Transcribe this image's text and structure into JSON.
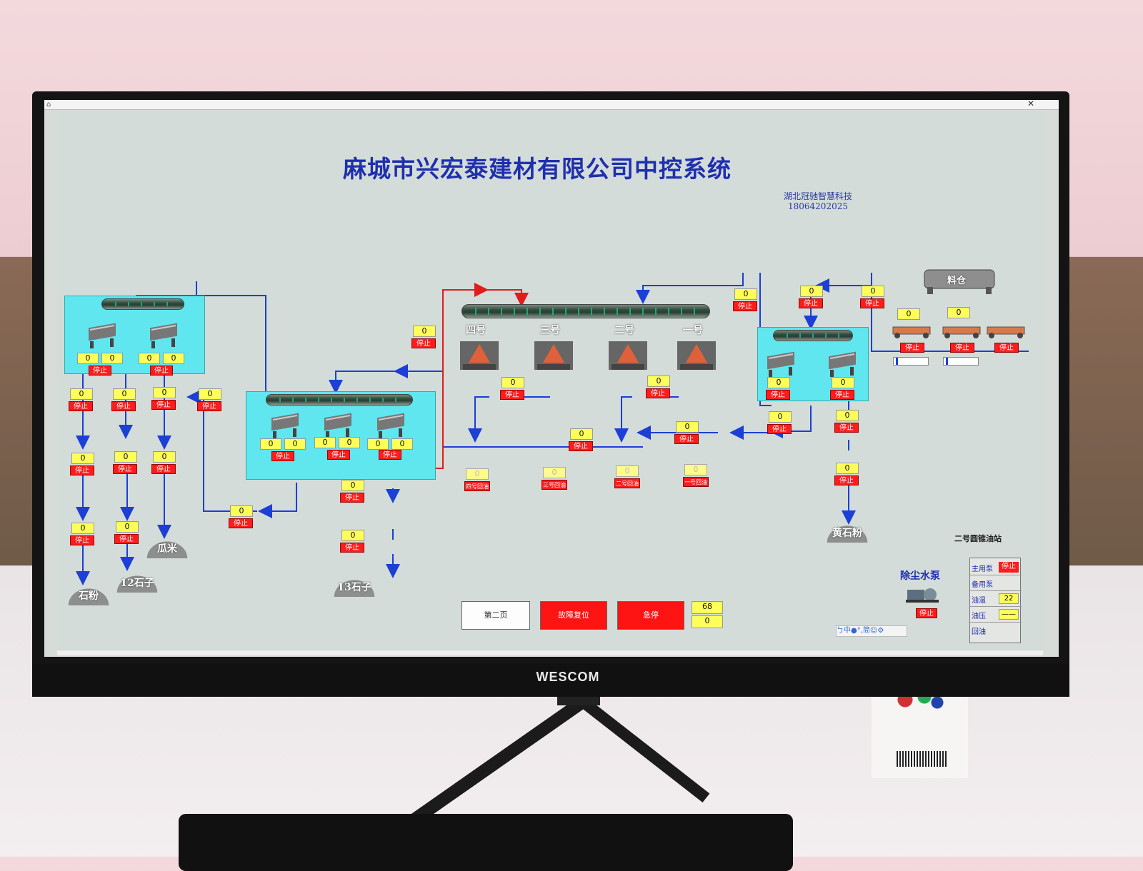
{
  "app": {
    "title": "麻城市兴宏泰建材有限公司中控系统",
    "vendor": "湖北冠驰智慧科技",
    "vendor_phone": "18064202025",
    "monitor_brand": "WESCOM"
  },
  "status": {
    "stop": "停止",
    "zero": "0"
  },
  "products": {
    "stone_powder": "石粉",
    "stone_12": "12石子",
    "guami": "瓜米",
    "stone_13": "13石子",
    "yellow_powder": "黄石粉"
  },
  "crushers": {
    "no4": "四号",
    "no3": "三号",
    "no2": "二号",
    "no1": "一号",
    "pump4": "四号回油",
    "pump3": "三号回油",
    "pump2": "二号回油",
    "pump1": "一号回油"
  },
  "silo": {
    "label": "料仓"
  },
  "dust_pump": {
    "label": "除尘水泵"
  },
  "oil_station": {
    "title": "二号圆锥油站",
    "rows": [
      {
        "label": "主用泵",
        "value": "停止"
      },
      {
        "label": "备用泵",
        "value": ""
      },
      {
        "label": "油温",
        "value": "22"
      },
      {
        "label": "油压",
        "value": "——"
      },
      {
        "label": "回油",
        "value": ""
      }
    ]
  },
  "controls": {
    "page2": "第二页",
    "fault_reset": "故障复位",
    "estop": "急停",
    "counter_a": "68",
    "counter_b": "0"
  },
  "ime": {
    "text": "ㄅ中●°,简☺⚙"
  },
  "colors": {
    "flow_blue": "#1c3fd6",
    "flow_red": "#e01c1c",
    "panel_cyan": "#5fe6ef",
    "title_blue": "#1f2fae",
    "stop_red": "#ff1c1c",
    "value_yellow": "#ffff5a"
  }
}
